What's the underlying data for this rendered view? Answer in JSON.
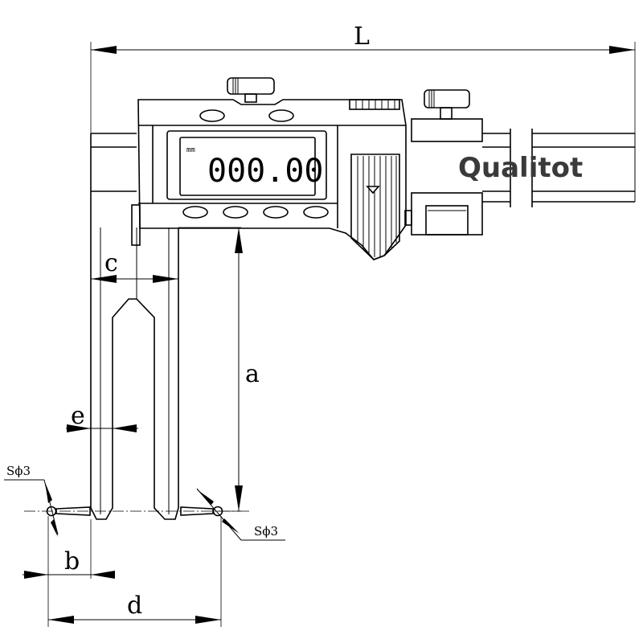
{
  "dimensions": {
    "L": "L",
    "a": "a",
    "b": "b",
    "c": "c",
    "d": "d",
    "e": "e"
  },
  "tip_labels": {
    "left": "Sϕ3",
    "right": "Sϕ3"
  },
  "display": {
    "value": "000.00",
    "unit": "mm"
  },
  "brand": "Qualitot"
}
